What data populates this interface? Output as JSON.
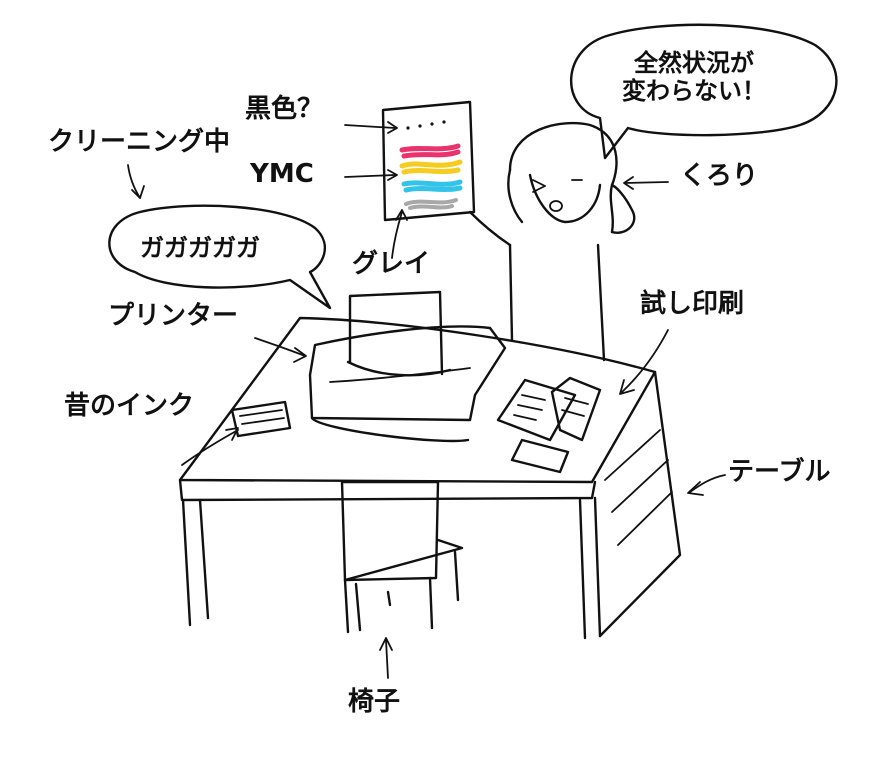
{
  "labels": {
    "black": "黒色？",
    "ymc": "YMC",
    "cleaning": "クリーニング中",
    "gagaga": "ガガガガガ",
    "gray": "グレイ",
    "printer": "プリンター",
    "old_ink": "昔のインク",
    "kurori": "くろり",
    "test_print": "試し印刷",
    "table": "テーブル",
    "chair": "椅子",
    "speech_line1": "全然状況が",
    "speech_line2": "変わらない！"
  },
  "colors": {
    "ink": "#111111",
    "magenta": "#e8336f",
    "yellow": "#f5cc1f",
    "cyan": "#33c3e8",
    "gray": "#a8a8a8"
  }
}
